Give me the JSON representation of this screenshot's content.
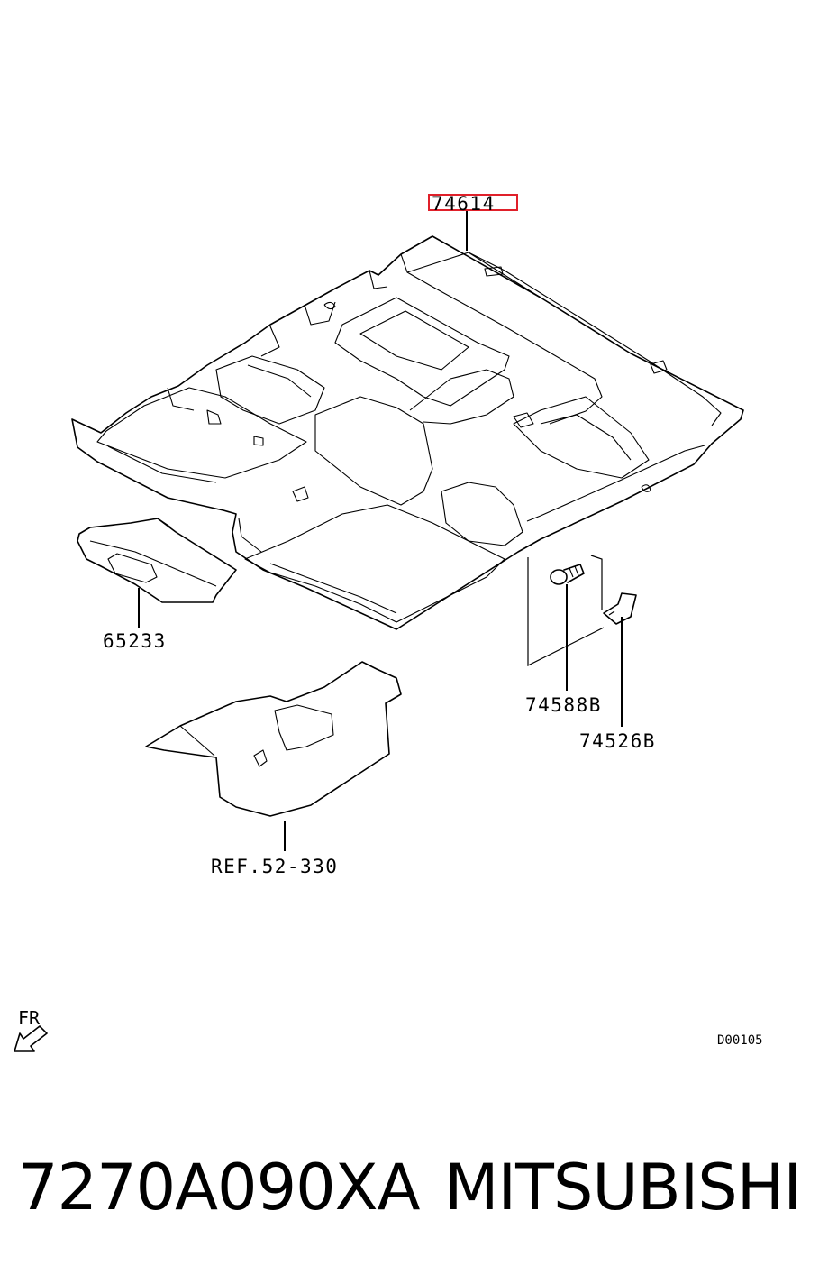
{
  "callouts": {
    "floor_carpet": "74614",
    "heel_pad": "65233",
    "clip": "74588B",
    "bracket": "74526B",
    "reference": "REF.52-330"
  },
  "orientation": {
    "label": "FR",
    "icon": "front-direction-arrow-icon"
  },
  "drawing_code": "D00105",
  "footer": {
    "part_number": "7270A090XA",
    "brand": "MITSUBISHI"
  },
  "colors": {
    "highlight": "#e0202a",
    "line": "#000000",
    "background": "#ffffff"
  }
}
